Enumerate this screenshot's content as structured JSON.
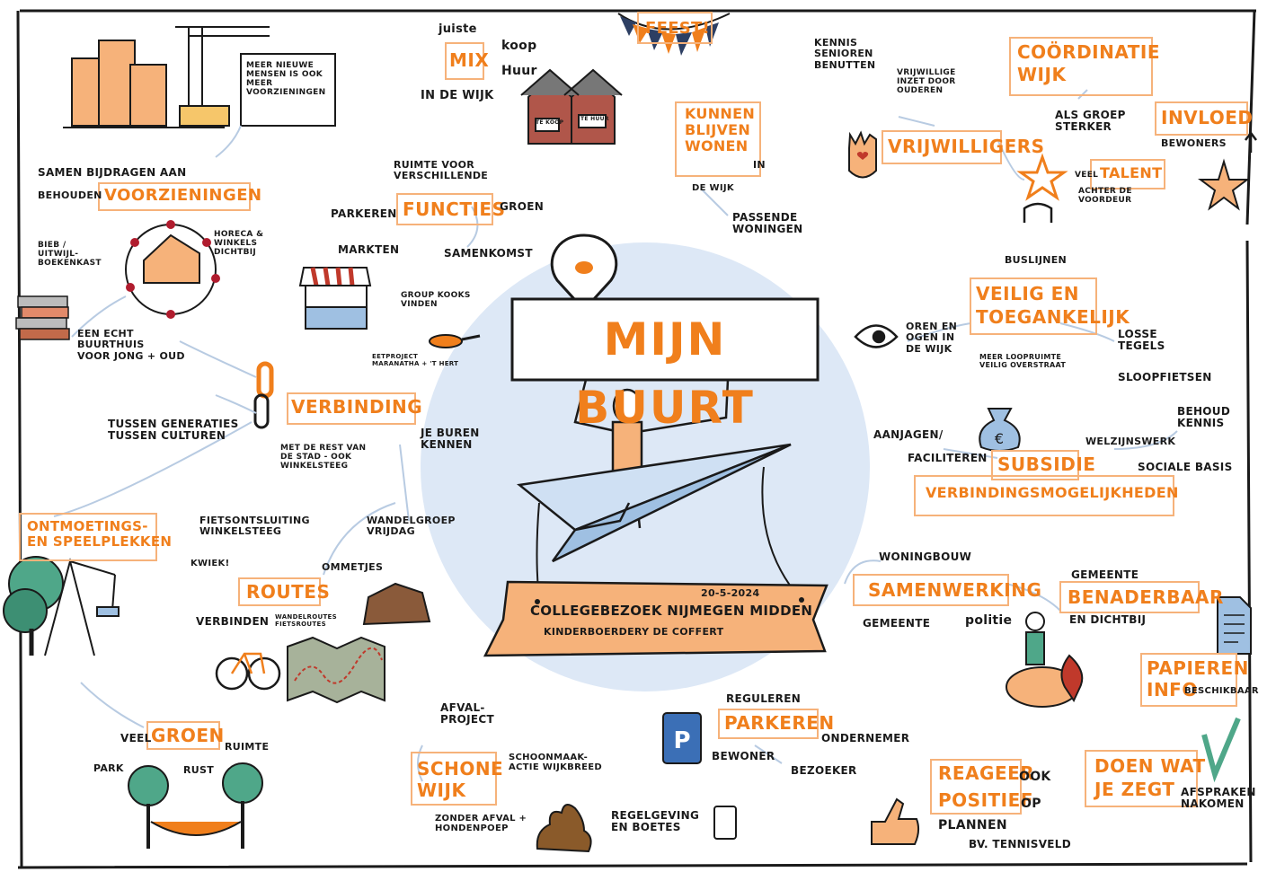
{
  "colors": {
    "accent": "#f07f1c",
    "ink": "#1a1a1a",
    "center_circle": "#dde8f6",
    "banner": "#f6b27a"
  },
  "center": {
    "title": "MIJN BUURT",
    "banner_date": "20-5-2024",
    "banner_line1": "COLLEGEBEZOEK NIJMEGEN MIDDEN",
    "banner_line2": "KINDERBOERDERY DE COFFERT"
  },
  "top": {
    "feest": "FEEST!",
    "crane_note": "MEER NIEUWE\nMENSEN IS OOK\nMEER\nVOORZIENINGEN",
    "mix": {
      "title": "MIX",
      "juiste": "juiste",
      "koop": "koop",
      "huur": "Huur",
      "wijk": "IN DE WIJK",
      "sign1": "TE KOOP",
      "sign2": "TE HUUR"
    },
    "kunnen": {
      "title": "KUNNEN\nBLIJVEN\nWONEN",
      "in": "IN",
      "wijk": "DE WIJK",
      "passende": "PASSENDE\nWONINGEN"
    },
    "vrijwilligers": {
      "title": "VRIJWILLIGERS",
      "kennis": "KENNIS\nSENIOREN\nBENUTTEN",
      "inzet": "VRIJWILLIGE\nINZET DOOR\nOUDEREN"
    },
    "coordinatie": {
      "title": "COÖRDINATIE\nWIJK",
      "groep": "ALS GROEP\nSTERKER"
    },
    "invloed": {
      "title": "INVLOED",
      "bewoners": "BEWONERS"
    },
    "talent": {
      "title": "TALENT",
      "veel": "VEEL",
      "achter": "ACHTER DE\nVOORDEUR"
    }
  },
  "left": {
    "voorzieningen": {
      "title": "VOORZIENINGEN",
      "samen": "SAMEN BIJDRAGEN AAN",
      "behouden": "BEHOUDEN"
    },
    "bieb": "BIEB /\nUITWIJL-\nBOEKENKAST",
    "horeca": "HORECA &\nWINKELS\nDICHTBIJ",
    "buurthuis": "EEN ECHT\nBUURTHUIS\nvoor jong + oud",
    "verbinding": {
      "title": "VERBINDING",
      "generaties": "TUSSEN GENERATIES\nTUSSEN CULTUREN",
      "buren": "JE BUREN\nKENNEN",
      "stad": "MET DE REST VAN\nDE STAD - OOK\nWINKELSTEEG",
      "eet": "EETPROJECT\nMARANATHA + 't HERT"
    },
    "functies": {
      "title": "FUNCTIES",
      "ruimte": "RUIMTE VOOR\nVERSCHILLENDE",
      "parkeren": "PARKEREN",
      "groen": "GROEN",
      "markten": "MARKTEN",
      "samenkomst": "SAMENKOMST",
      "kook": "GROUP KOOKS\nVINDEN"
    },
    "ontmoeting": "ONTMOETINGS-\nEN SPEELPLEKKEN",
    "routes": {
      "title": "ROUTES",
      "fiets": "FIETSONTSLUITING\nWINKELSTEEG",
      "wandel": "WANDELGROEP\nVRIJDAG",
      "kwiek": "KWIEK!",
      "ommetjes": "OMMETJES",
      "verbinden": "VERBINDEN",
      "wroutes": "WANDELROUTES\nFIETSROUTES"
    },
    "groen": {
      "title": "GROEN",
      "veel": "VEEL",
      "ruimte": "RUIMTE",
      "park": "PARK",
      "rust": "RUST"
    }
  },
  "right": {
    "veilig": {
      "title": "VEILIG EN\nTOEGANKELIJK",
      "buslijnen": "BUSLIJNEN",
      "oren": "OREN EN\nOGEN IN\nDE WIJK",
      "losse": "LOSSE\nTEGELS",
      "meer": "MEER LOOPRUIMTE\nVEILIG OVERSTRAAT",
      "sloop": "SLOOPFIETSEN"
    },
    "subsidie": {
      "title": "SUBSIDIE",
      "aanjagen": "AANJAGEN/",
      "faciliteren": "FACILITEREN",
      "welzijn": "WELZIJNSWERK",
      "behoud": "BEHOUD\nKENNIS",
      "sociale": "SOCIALE BASIS",
      "verbindings": "VERBINDINGSMOGELIJKHEDEN"
    },
    "samenwerking": {
      "title": "SAMENWERKING",
      "woningbouw": "WONINGBOUW",
      "gemeente": "GEMEENTE",
      "politie": "politie"
    },
    "benaderbaar": {
      "title": "BENADERBAAR",
      "gemeente": "GEMEENTE",
      "dichtbij": "EN DICHTBIJ"
    },
    "papieren": {
      "title": "PAPIEREN\nINFO",
      "beschikbaar": "BESCHIKBAAR"
    }
  },
  "bottom": {
    "schone": {
      "title": "SCHONE\nWIJK",
      "afval": "AFVAL-\nPROJECT",
      "schoonmaak": "SCHOONMAAK-\nACTIE WIJKBREED",
      "zonder": "ZONDER AFVAL +\nHONDENPOEP",
      "regel": "REGELGEVING\nEN BOETES"
    },
    "parkeren": {
      "title": "PARKEREN",
      "reguleren": "REGULEREN",
      "ondernemer": "ONDERNEMER",
      "bewoner": "BEWONER",
      "bezoeker": "BEZOEKER"
    },
    "reageer": {
      "title": "REAGEER",
      "ook": "OOK",
      "positief": "POSITIEF",
      "op": "OP",
      "plannen": "PLANNEN",
      "tennis": "BV. TENNISVELD"
    },
    "doen": {
      "title": "DOEN WAT\nJE ZEGT",
      "afspraken": "AFSPRAKEN\nNAKOMEN"
    }
  }
}
